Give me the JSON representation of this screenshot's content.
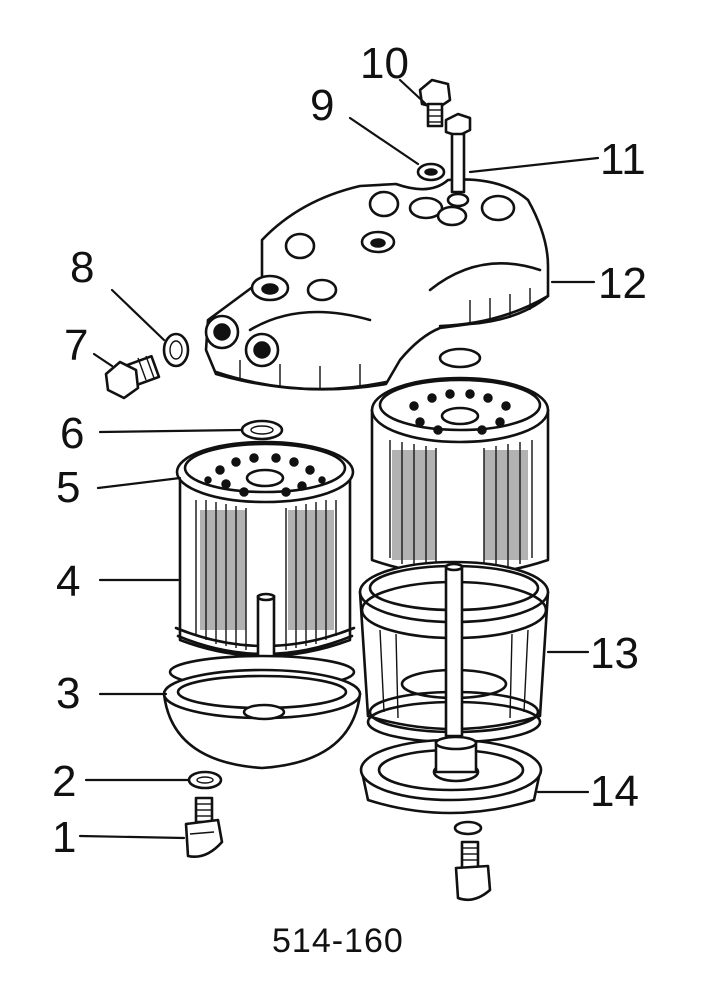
{
  "diagram": {
    "drawing_number": "514-160",
    "callouts": [
      {
        "id": "1",
        "label": "1"
      },
      {
        "id": "2",
        "label": "2"
      },
      {
        "id": "3",
        "label": "3"
      },
      {
        "id": "4",
        "label": "4"
      },
      {
        "id": "5",
        "label": "5"
      },
      {
        "id": "6",
        "label": "6"
      },
      {
        "id": "7",
        "label": "7"
      },
      {
        "id": "8",
        "label": "8"
      },
      {
        "id": "9",
        "label": "9"
      },
      {
        "id": "10",
        "label": "10"
      },
      {
        "id": "11",
        "label": "11"
      },
      {
        "id": "12",
        "label": "12"
      },
      {
        "id": "13",
        "label": "13"
      },
      {
        "id": "14",
        "label": "14"
      }
    ]
  }
}
